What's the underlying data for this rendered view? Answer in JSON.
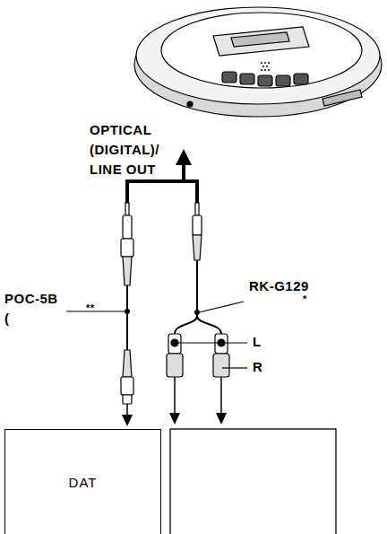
{
  "diagram": {
    "nodes": [
      {
        "text": [
          "DAT"
        ]
      }
    ],
    "labels": [
      "OPTICAL (DIGITAL)/ LINE OUT",
      "POC-5B",
      "(",
      "**",
      "RK-G129",
      "*",
      "L",
      "R"
    ]
  }
}
